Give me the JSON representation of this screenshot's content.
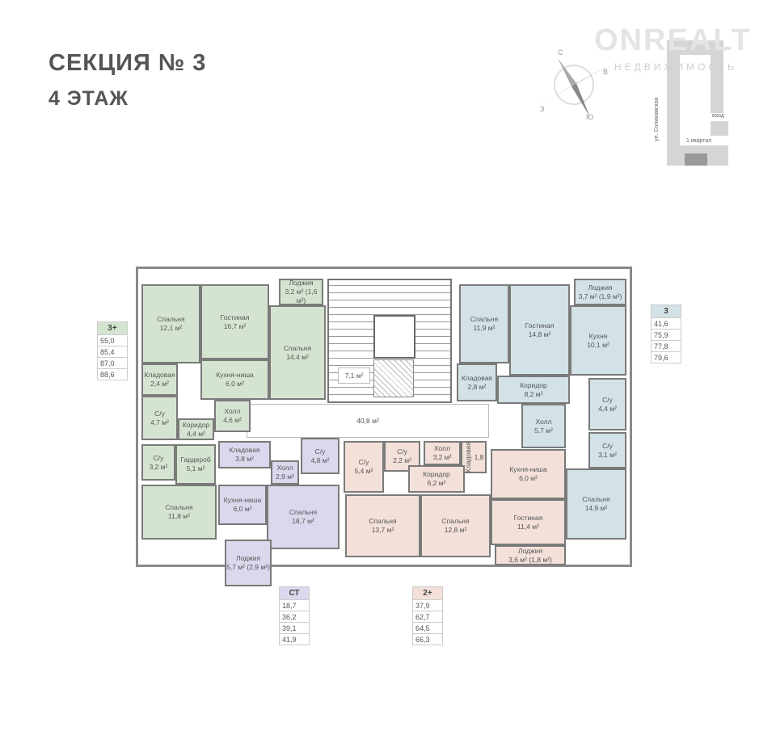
{
  "header": {
    "title": "СЕКЦИЯ № 3",
    "floor": "4 ЭТАЖ"
  },
  "watermark": {
    "brand": "ONREALT",
    "sub": "НЕДВИЖИМОСТЬ"
  },
  "compass": {
    "n": "С",
    "e": "В",
    "s": "Ю",
    "w": "З"
  },
  "site_plan": {
    "street": "ул. Соликамская",
    "entrance": "вход",
    "block": "1 квартал"
  },
  "common_areas": [
    {
      "area": "7,1 м²"
    },
    {
      "area": "40,8 м²"
    }
  ],
  "apartments": [
    {
      "type": "3+",
      "color": "#d5e4d1",
      "areas": [
        "55,0",
        "85,4",
        "87,0",
        "88,6"
      ],
      "rooms": [
        {
          "name": "Спальня",
          "area": "12,1 м²"
        },
        {
          "name": "Гостиная",
          "area": "16,7 м²"
        },
        {
          "name": "Кухня-ниша",
          "area": "6,0 м²"
        },
        {
          "name": "Лоджия",
          "area": "3,2 м² (1,6 м²)"
        },
        {
          "name": "Спальня",
          "area": "14,4 м²"
        },
        {
          "name": "Кладовая",
          "area": "2,4 м²"
        },
        {
          "name": "С/у",
          "area": "4,7 м²"
        },
        {
          "name": "Холл",
          "area": "4,6 м²"
        },
        {
          "name": "Коридор",
          "area": "4,4 м²"
        },
        {
          "name": "С/у",
          "area": "3,2 м²"
        },
        {
          "name": "Гардероб",
          "area": "5,1 м²"
        },
        {
          "name": "Спальня",
          "area": "11,8 м²"
        }
      ]
    },
    {
      "type": "3",
      "color": "#d3e2e6",
      "areas": [
        "41,6",
        "75,9",
        "77,8",
        "79,6"
      ],
      "rooms": [
        {
          "name": "Спальня",
          "area": "11,9 м²"
        },
        {
          "name": "Гостиная",
          "area": "14,8 м²"
        },
        {
          "name": "Лоджия",
          "area": "3,7 м² (1,9 м²)"
        },
        {
          "name": "Кухня",
          "area": "10,1 м²"
        },
        {
          "name": "Кладовая",
          "area": "2,8 м²"
        },
        {
          "name": "Коридор",
          "area": "8,2 м²"
        },
        {
          "name": "Холл",
          "area": "5,7 м²"
        },
        {
          "name": "С/у",
          "area": "4,4 м²"
        },
        {
          "name": "С/у",
          "area": "3,1 м²"
        },
        {
          "name": "Спальня",
          "area": "14,9 м²"
        }
      ]
    },
    {
      "type": "СТ",
      "color": "#dcd7ec",
      "areas": [
        "18,7",
        "36,2",
        "39,1",
        "41,9"
      ],
      "rooms": [
        {
          "name": "Кладовая",
          "area": "3,8 м²"
        },
        {
          "name": "Холл",
          "area": "2,9 м²"
        },
        {
          "name": "С/у",
          "area": "4,8 м²"
        },
        {
          "name": "Кухня-ниша",
          "area": "6,0 м²"
        },
        {
          "name": "Спальня",
          "area": "18,7 м²"
        },
        {
          "name": "Лоджия",
          "area": "5,7 м² (2,9 м²)"
        }
      ]
    },
    {
      "type": "2+",
      "color": "#f2e0d9",
      "areas": [
        "37,9",
        "62,7",
        "64,5",
        "66,3"
      ],
      "rooms": [
        {
          "name": "С/у",
          "area": "5,4 м²"
        },
        {
          "name": "С/у",
          "area": "2,2 м²"
        },
        {
          "name": "Холл",
          "area": "3,2 м²"
        },
        {
          "name": "Кладовая",
          "area": "1,8"
        },
        {
          "name": "Коридор",
          "area": "6,2 м²"
        },
        {
          "name": "Спальня",
          "area": "13,7 м²"
        },
        {
          "name": "Спальня",
          "area": "12,8 м²"
        },
        {
          "name": "Кухня-ниша",
          "area": "6,0 м²"
        },
        {
          "name": "Гостиная",
          "area": "11,4 м²"
        },
        {
          "name": "Лоджия",
          "area": "3,6 м² (1,8 м²)"
        }
      ]
    }
  ]
}
